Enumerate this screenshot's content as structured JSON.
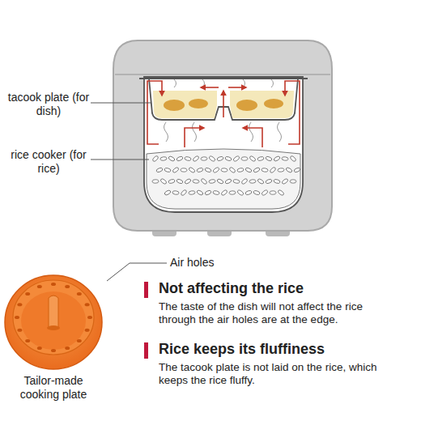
{
  "diagram": {
    "labels": [
      "tacook plate (for dish)",
      "rice cooker (for rice)",
      "Air holes",
      "Tailor-made cooking plate",
      "Not affecting the rice",
      "The taste of the dish will not affect the rice through the air holes are at the edge.",
      "Rice keeps its fluffiness",
      "The tacook plate is not laid on the rice, which keeps the rice fluffy."
    ]
  }
}
